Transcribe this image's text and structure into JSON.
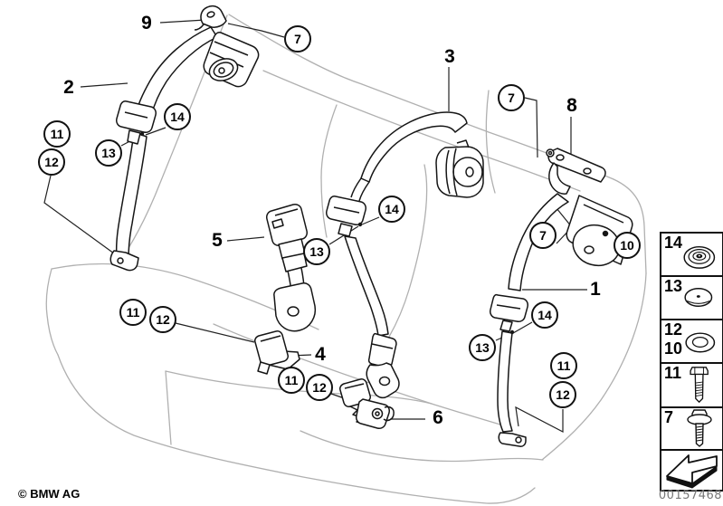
{
  "diagram": {
    "description": "Rear seat belt assemblies exploded diagram",
    "part_labels": {
      "p9": "9",
      "p2": "2",
      "p3": "3",
      "p8": "8",
      "p5": "5",
      "p1": "1",
      "p4": "4",
      "p6": "6"
    },
    "callouts": {
      "c7a": "7",
      "c14a": "14",
      "c11a": "11",
      "c13a": "13",
      "c12a": "12",
      "c7b": "7",
      "c14b": "14",
      "c13b": "13",
      "c7c": "7",
      "c10": "10",
      "c14c": "14",
      "c13c": "13",
      "c11b": "11",
      "c12b": "12",
      "c11c": "11",
      "c12c": "12",
      "c11d": "11",
      "c12d": "12"
    }
  },
  "legend": {
    "rows": [
      {
        "labels": [
          "14"
        ],
        "icon": "grooved-washer-icon"
      },
      {
        "labels": [
          "13"
        ],
        "icon": "cap-plug-icon"
      },
      {
        "labels": [
          "12",
          "10"
        ],
        "icon": "flat-washer-icon"
      },
      {
        "labels": [
          "11"
        ],
        "icon": "hex-bolt-icon"
      },
      {
        "labels": [
          "7"
        ],
        "icon": "collar-bolt-icon"
      },
      {
        "labels": [],
        "icon": "direction-arrow-icon"
      }
    ],
    "part_number": "00157468"
  },
  "footer": {
    "copyright": "© BMW AG"
  }
}
